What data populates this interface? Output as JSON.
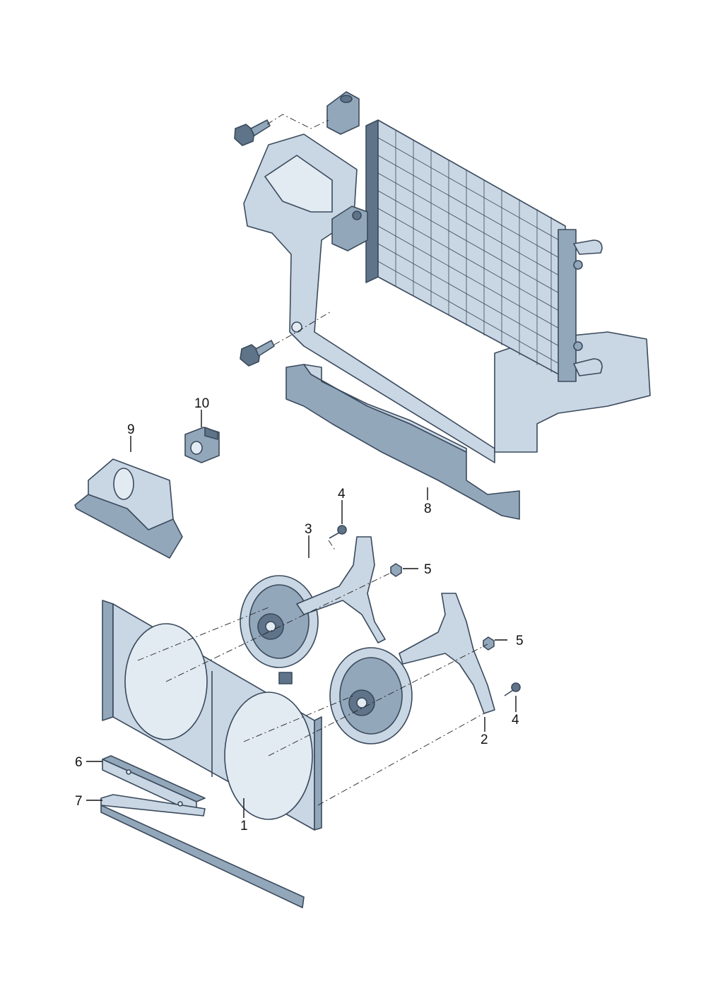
{
  "diagram": {
    "callouts": [
      {
        "id": "c1",
        "number": "1"
      },
      {
        "id": "c2",
        "number": "2"
      },
      {
        "id": "c3",
        "number": "3"
      },
      {
        "id": "c4a",
        "number": "4"
      },
      {
        "id": "c4b",
        "number": "4"
      },
      {
        "id": "c5a",
        "number": "5"
      },
      {
        "id": "c5b",
        "number": "5"
      },
      {
        "id": "c6",
        "number": "6"
      },
      {
        "id": "c7",
        "number": "7"
      },
      {
        "id": "c8",
        "number": "8"
      },
      {
        "id": "c9",
        "number": "9"
      },
      {
        "id": "c10",
        "number": "10"
      }
    ],
    "colors": {
      "part_fill": "#c9d6e3",
      "part_shadow": "#5f7488",
      "outline": "#3a4a5c"
    }
  }
}
